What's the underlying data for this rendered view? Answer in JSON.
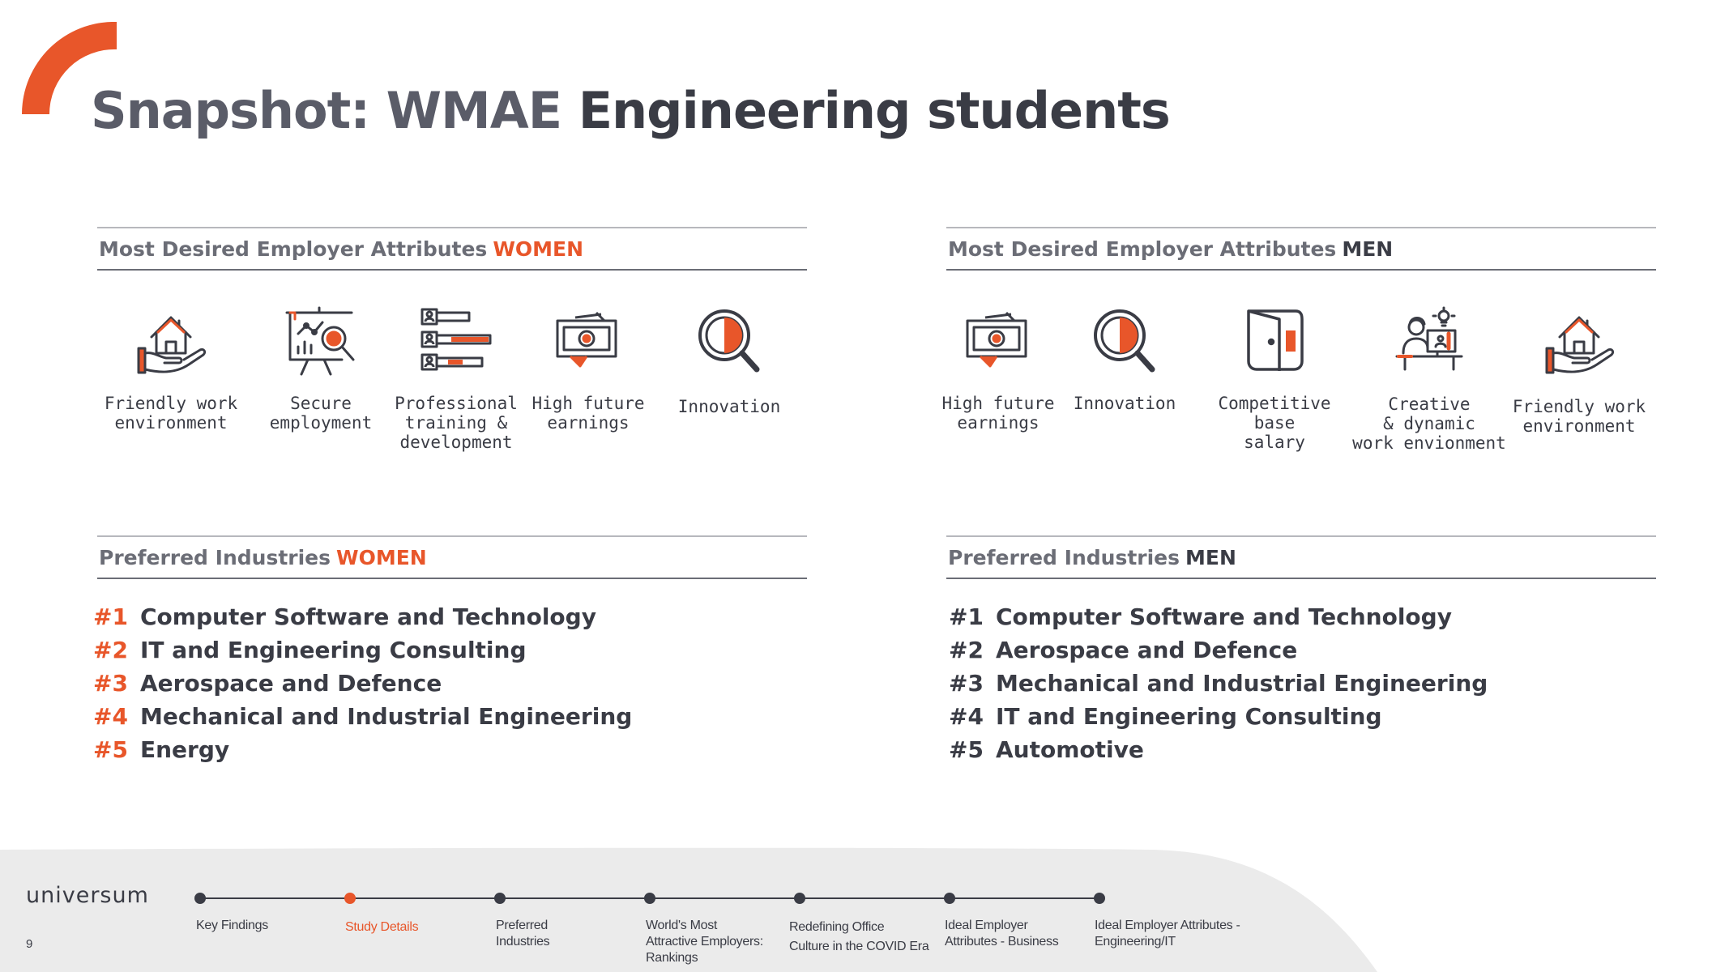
{
  "title": {
    "prefix": "Snapshot: WMAE",
    "main": "Engineering students"
  },
  "colors": {
    "accent": "#e8562a",
    "dark": "#3a3c45",
    "muted": "#6b6d76",
    "footer_bg": "#ebebeb"
  },
  "attributes_women": {
    "heading": "Most Desired Employer Attributes",
    "heading_accent": "WOMEN",
    "items": [
      {
        "label": "Friendly work\nenvironment",
        "icon": "house-in-hand-icon"
      },
      {
        "label": "Secure\nemployment",
        "icon": "presentation-chart-icon"
      },
      {
        "label": "Professional\ntraining &\ndevelopment",
        "icon": "progress-bars-icon"
      },
      {
        "label": "High future\nearnings",
        "icon": "banknote-icon"
      },
      {
        "label": "Innovation",
        "icon": "magnifier-icon"
      }
    ]
  },
  "attributes_men": {
    "heading": "Most Desired Employer Attributes",
    "heading_accent": "MEN",
    "items": [
      {
        "label": "High future\nearnings",
        "icon": "banknote-icon"
      },
      {
        "label": "Innovation",
        "icon": "magnifier-icon"
      },
      {
        "label": "Competitive base\nsalary",
        "icon": "wallet-icon"
      },
      {
        "label": "Creative\n& dynamic\nwork envionment",
        "icon": "person-at-computer-icon"
      },
      {
        "label": "Friendly work\nenvironment",
        "icon": "house-in-hand-icon"
      }
    ]
  },
  "industries_women": {
    "heading": "Preferred Industries",
    "heading_accent": "WOMEN",
    "items": [
      {
        "rank": "#1",
        "name": "Computer Software and Technology"
      },
      {
        "rank": "#2",
        "name": "IT and Engineering Consulting"
      },
      {
        "rank": "#3",
        "name": "Aerospace and Defence"
      },
      {
        "rank": "#4",
        "name": "Mechanical and Industrial Engineering"
      },
      {
        "rank": "#5",
        "name": "Energy"
      }
    ]
  },
  "industries_men": {
    "heading": "Preferred Industries",
    "heading_accent": "MEN",
    "items": [
      {
        "rank": "#1",
        "name": "Computer Software and Technology"
      },
      {
        "rank": "#2",
        "name": "Aerospace and Defence"
      },
      {
        "rank": "#3",
        "name": "Mechanical and Industrial Engineering"
      },
      {
        "rank": "#4",
        "name": "IT and Engineering Consulting"
      },
      {
        "rank": "#5",
        "name": "Automotive"
      }
    ]
  },
  "footer": {
    "logo": "universum",
    "page_number": "9",
    "steps": [
      {
        "label": "Key Findings",
        "active": false
      },
      {
        "label": "Study Details",
        "active": true
      },
      {
        "label": "Preferred\nIndustries",
        "active": false
      },
      {
        "label": "World's Most\nAttractive Employers:\nRankings",
        "active": false
      },
      {
        "label": "Redefining Office\nCulture in the COVID Era",
        "active": false
      },
      {
        "label": "Ideal Employer\nAttributes - Business",
        "active": false
      },
      {
        "label": "Ideal Employer Attributes -\nEngineering/IT",
        "active": false
      }
    ]
  }
}
